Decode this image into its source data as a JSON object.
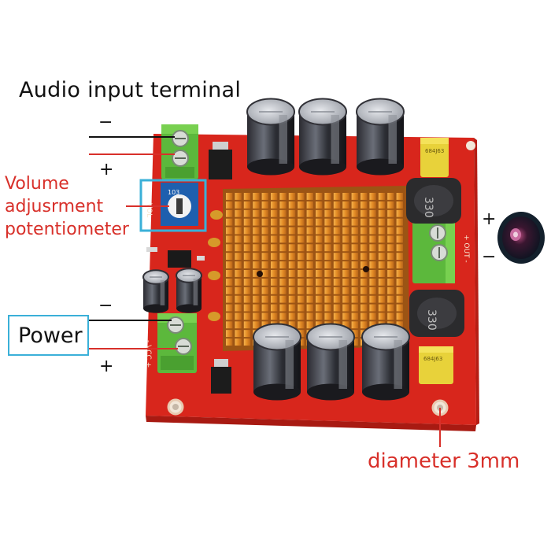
{
  "labels": {
    "audio_input": "Audio input terminal",
    "volume_line1": "Volume",
    "volume_line2": "adjusrment",
    "volume_line3": "potentiometer",
    "power": "Power",
    "diameter": "diameter 3mm",
    "minus": "−",
    "plus": "+"
  },
  "board_markings": {
    "cap_top": "684J63",
    "cap_bottom": "684J63",
    "inductor_top": "330",
    "inductor_bottom": "330",
    "pot": "103",
    "vol": "VOL",
    "out": "+ OUT -",
    "vcc": "- VCC +"
  },
  "colors": {
    "board": "#d8261c",
    "heatsink": "#e8912e",
    "terminal": "#5cb83c",
    "annotation_red": "#d8302a",
    "highlight_box": "#3ab0d8"
  }
}
